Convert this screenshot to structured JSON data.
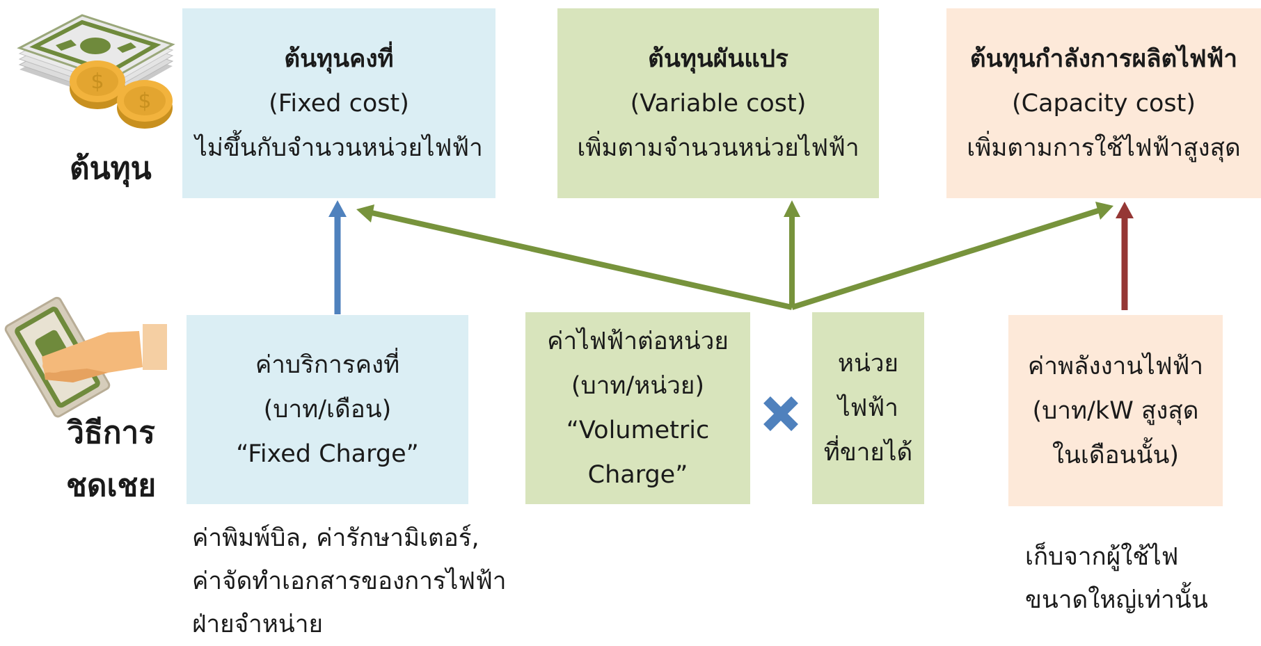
{
  "cost": {
    "label": "ต้นทุน",
    "fixed": {
      "title": "ต้นทุนคงที่",
      "en": "(Fixed cost)",
      "desc": "ไม่ขึ้นกับจำนวนหน่วยไฟฟ้า"
    },
    "variable": {
      "title": "ต้นทุนผันแปร",
      "en": "(Variable cost)",
      "desc": "เพิ่มตามจำนวนหน่วยไฟฟ้า"
    },
    "capacity": {
      "title": "ต้นทุนกำลังการผลิตไฟฟ้า",
      "en": "(Capacity cost)",
      "desc": "เพิ่มตามการใช้ไฟฟ้าสูงสุด"
    }
  },
  "compensation": {
    "label_line1": "วิธีการ",
    "label_line2": "ชดเชย",
    "fixed_charge": {
      "line1": "ค่าบริการคงที่",
      "line2": "(บาท/เดือน)",
      "line3": "“Fixed Charge”"
    },
    "volumetric": {
      "line1": "ค่าไฟฟ้าต่อหน่วย",
      "line2": "(บาท/หน่วย)",
      "line3": "“Volumetric",
      "line4": "Charge”"
    },
    "units": {
      "line1": "หน่วย",
      "line2": "ไฟฟ้า",
      "line3": "ที่ขายได้"
    },
    "demand": {
      "line1": "ค่าพลังงานไฟฟ้า",
      "line2": "(บาท/kW สูงสุด",
      "line3": "ในเดือนนั้น)"
    }
  },
  "notes": {
    "fixed": {
      "line1": "ค่าพิมพ์บิล, ค่ารักษามิเตอร์,",
      "line2": "ค่าจัดทำเอกสารของการไฟฟ้า",
      "line3": "ฝ่ายจำหน่าย"
    },
    "demand": {
      "line1": "เก็บจากผู้ใช้ไฟ",
      "line2": "ขนาดใหญ่เท่านั้น"
    }
  },
  "colors": {
    "blue_box": "#dbeef4",
    "green_box": "#d8e4bc",
    "peach_box": "#fde9d9",
    "arrow_blue": "#4f81bd",
    "arrow_green": "#77933c",
    "arrow_red": "#953735",
    "multiply": "#4f81bd"
  },
  "icons": {
    "cost": "money-stack-coins-icon",
    "compensation": "hand-banknote-icon",
    "operator": "multiply-icon"
  }
}
